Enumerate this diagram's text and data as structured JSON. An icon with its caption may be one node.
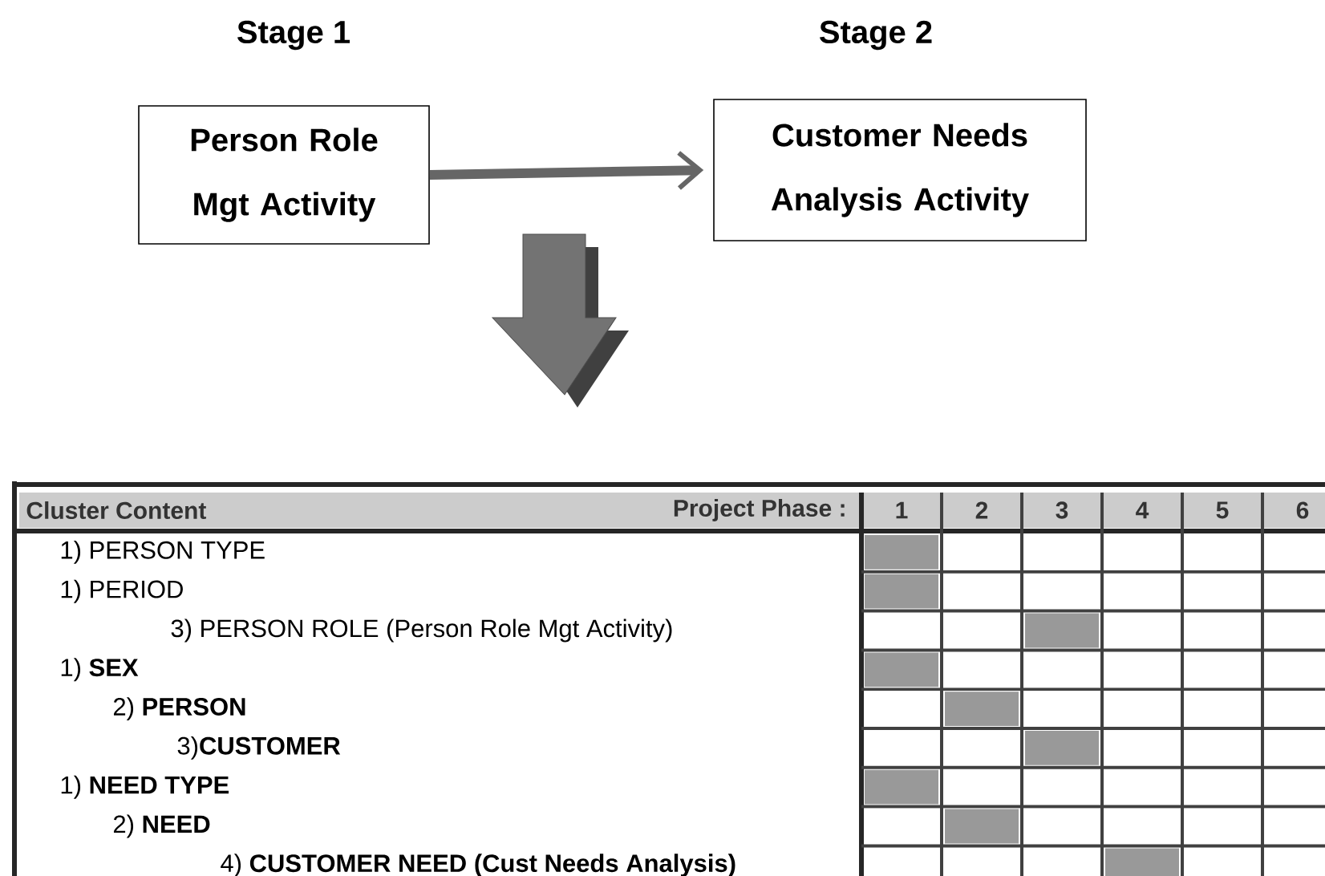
{
  "diagram": {
    "nodes": [
      {
        "text": [
          "Stage 1",
          "Person Role Mgt Activity"
        ]
      },
      {
        "text": [
          "Stage 2",
          "Customer Needs Analysis Activity"
        ]
      }
    ],
    "edges": [
      {
        "from": 0,
        "to": 1,
        "arrow": "to"
      }
    ],
    "labels": [
      "Cluster Content",
      "Project Phase :",
      "1",
      "2",
      "3",
      "4",
      "5",
      "6",
      "1) PERSON TYPE",
      "1) PERIOD",
      "3) PERSON ROLE (Person Role Mgt Activity)",
      "1) **SEX**",
      "2) **PERSON**",
      "3)**CUSTOMER**",
      "1) **NEED TYPE**",
      "2) **NEED**",
      "4) **CUSTOMER NEED (Cust Needs Analysis)**"
    ]
  }
}
